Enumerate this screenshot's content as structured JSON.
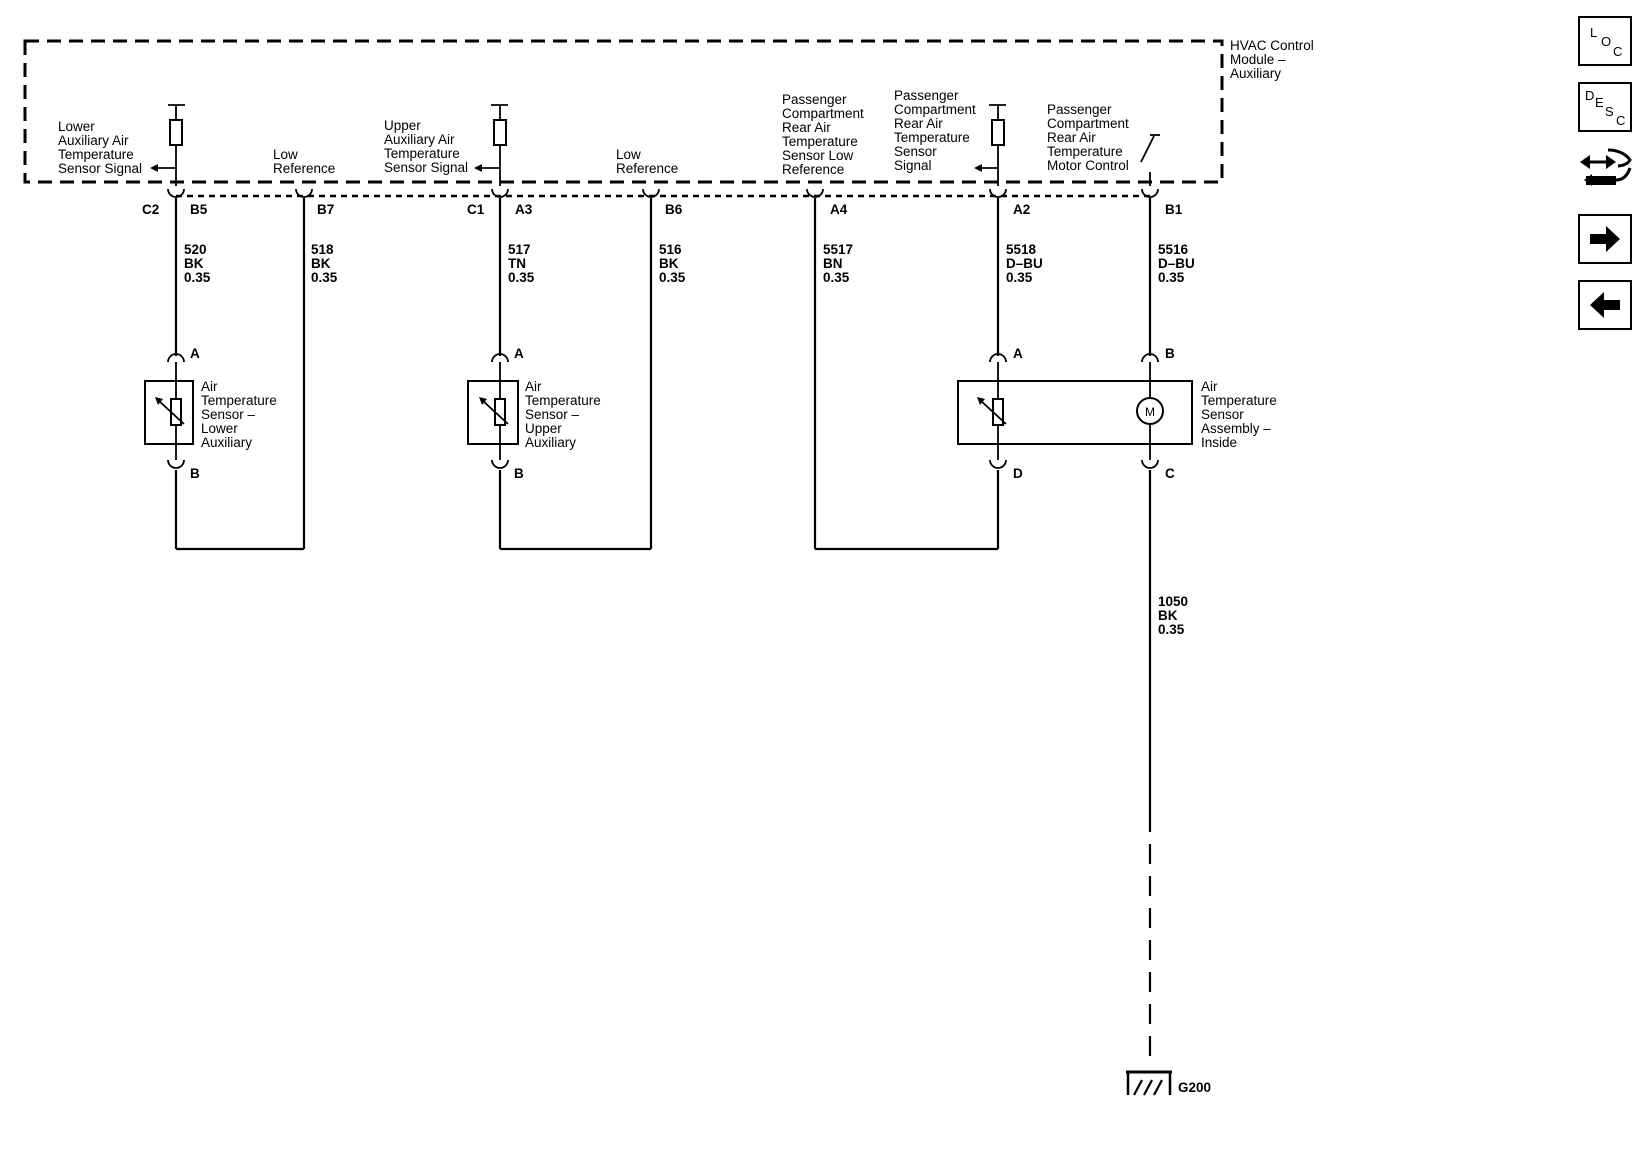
{
  "module": {
    "title_lines": [
      "HVAC Control",
      "Module –",
      "Auxiliary"
    ]
  },
  "signals": {
    "lower_signal": [
      "Lower",
      "Auxiliary Air",
      "Temperature",
      "Sensor Signal"
    ],
    "low_ref_1": [
      "Low",
      "Reference"
    ],
    "upper_signal": [
      "Upper",
      "Auxiliary Air",
      "Temperature",
      "Sensor Signal"
    ],
    "low_ref_2": [
      "Low",
      "Reference"
    ],
    "pc_low_ref": [
      "Passenger",
      "Compartment",
      "Rear Air",
      "Temperature",
      "Sensor Low",
      "Reference"
    ],
    "pc_signal": [
      "Passenger",
      "Compartment",
      "Rear Air",
      "Temperature",
      "Sensor",
      "Signal"
    ],
    "pc_motor": [
      "Passenger",
      "Compartment",
      "Rear Air",
      "Temperature",
      "Motor Control"
    ]
  },
  "connectors": {
    "c2": "C2",
    "c1": "C1"
  },
  "pins": {
    "b5": "B5",
    "b7": "B7",
    "a3": "A3",
    "b6": "B6",
    "a4": "A4",
    "a2": "A2",
    "b1": "B1"
  },
  "wires": {
    "w520": [
      "520",
      "BK",
      "0.35"
    ],
    "w518": [
      "518",
      "BK",
      "0.35"
    ],
    "w517": [
      "517",
      "TN",
      "0.35"
    ],
    "w516": [
      "516",
      "BK",
      "0.35"
    ],
    "w5517": [
      "5517",
      "BN",
      "0.35"
    ],
    "w5518": [
      "5518",
      "D–BU",
      "0.35"
    ],
    "w5516": [
      "5516",
      "D–BU",
      "0.35"
    ],
    "w1050": [
      "1050",
      "BK",
      "0.35"
    ]
  },
  "components": {
    "lower_sensor": {
      "name": [
        "Air",
        "Temperature",
        "Sensor –",
        "Lower",
        "Auxiliary"
      ],
      "pin_top": "A",
      "pin_bottom": "B"
    },
    "upper_sensor": {
      "name": [
        "Air",
        "Temperature",
        "Sensor –",
        "Upper",
        "Auxiliary"
      ],
      "pin_top": "A",
      "pin_bottom": "B"
    },
    "inside_assembly": {
      "name": [
        "Air",
        "Temperature",
        "Sensor",
        "Assembly –",
        "Inside"
      ],
      "pin_a": "A",
      "pin_b": "B",
      "pin_d": "D",
      "pin_c": "C",
      "motor_label": "M"
    }
  },
  "ground": {
    "label": "G200"
  },
  "nav": {
    "loc": {
      "l": "L",
      "o": "O",
      "c": "C"
    },
    "desc": {
      "d": "D",
      "e": "E",
      "s": "S",
      "c": "C"
    },
    "icons": [
      "loc-icon",
      "desc-icon",
      "connector-swap-icon",
      "arrow-right-icon",
      "arrow-left-icon"
    ]
  },
  "colors": {
    "ink": "#000000",
    "background": "#ffffff"
  }
}
